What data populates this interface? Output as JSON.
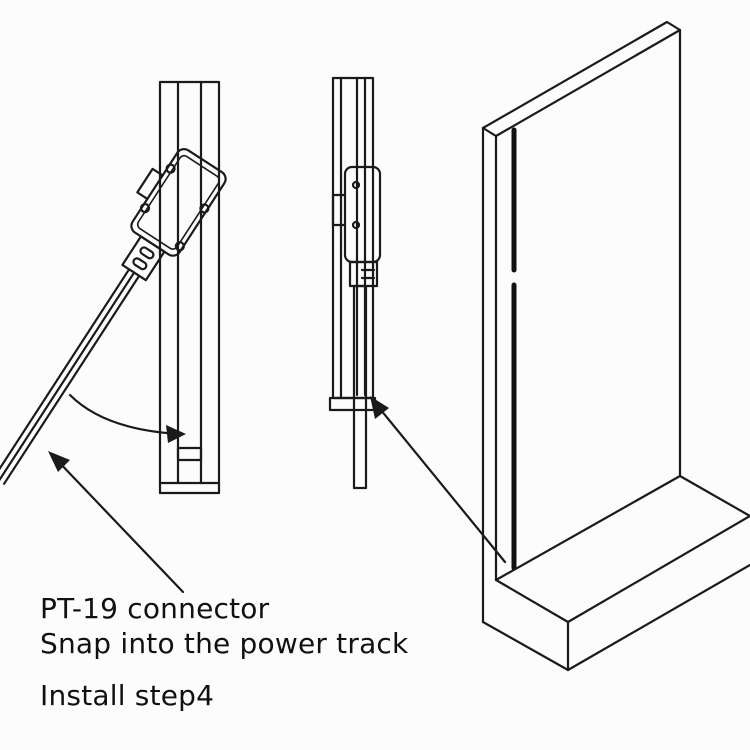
{
  "diagram": {
    "title": "Install step4",
    "product_label": "PT-19 connector",
    "instruction": "Snap into the power track",
    "step_label": "Install step4",
    "stroke_color": "#1a1a1a",
    "background_color": "#fcfcfc",
    "parts": [
      "power-track-profile",
      "pt-19-connector",
      "connector-in-track",
      "wall-panel-with-track"
    ]
  }
}
